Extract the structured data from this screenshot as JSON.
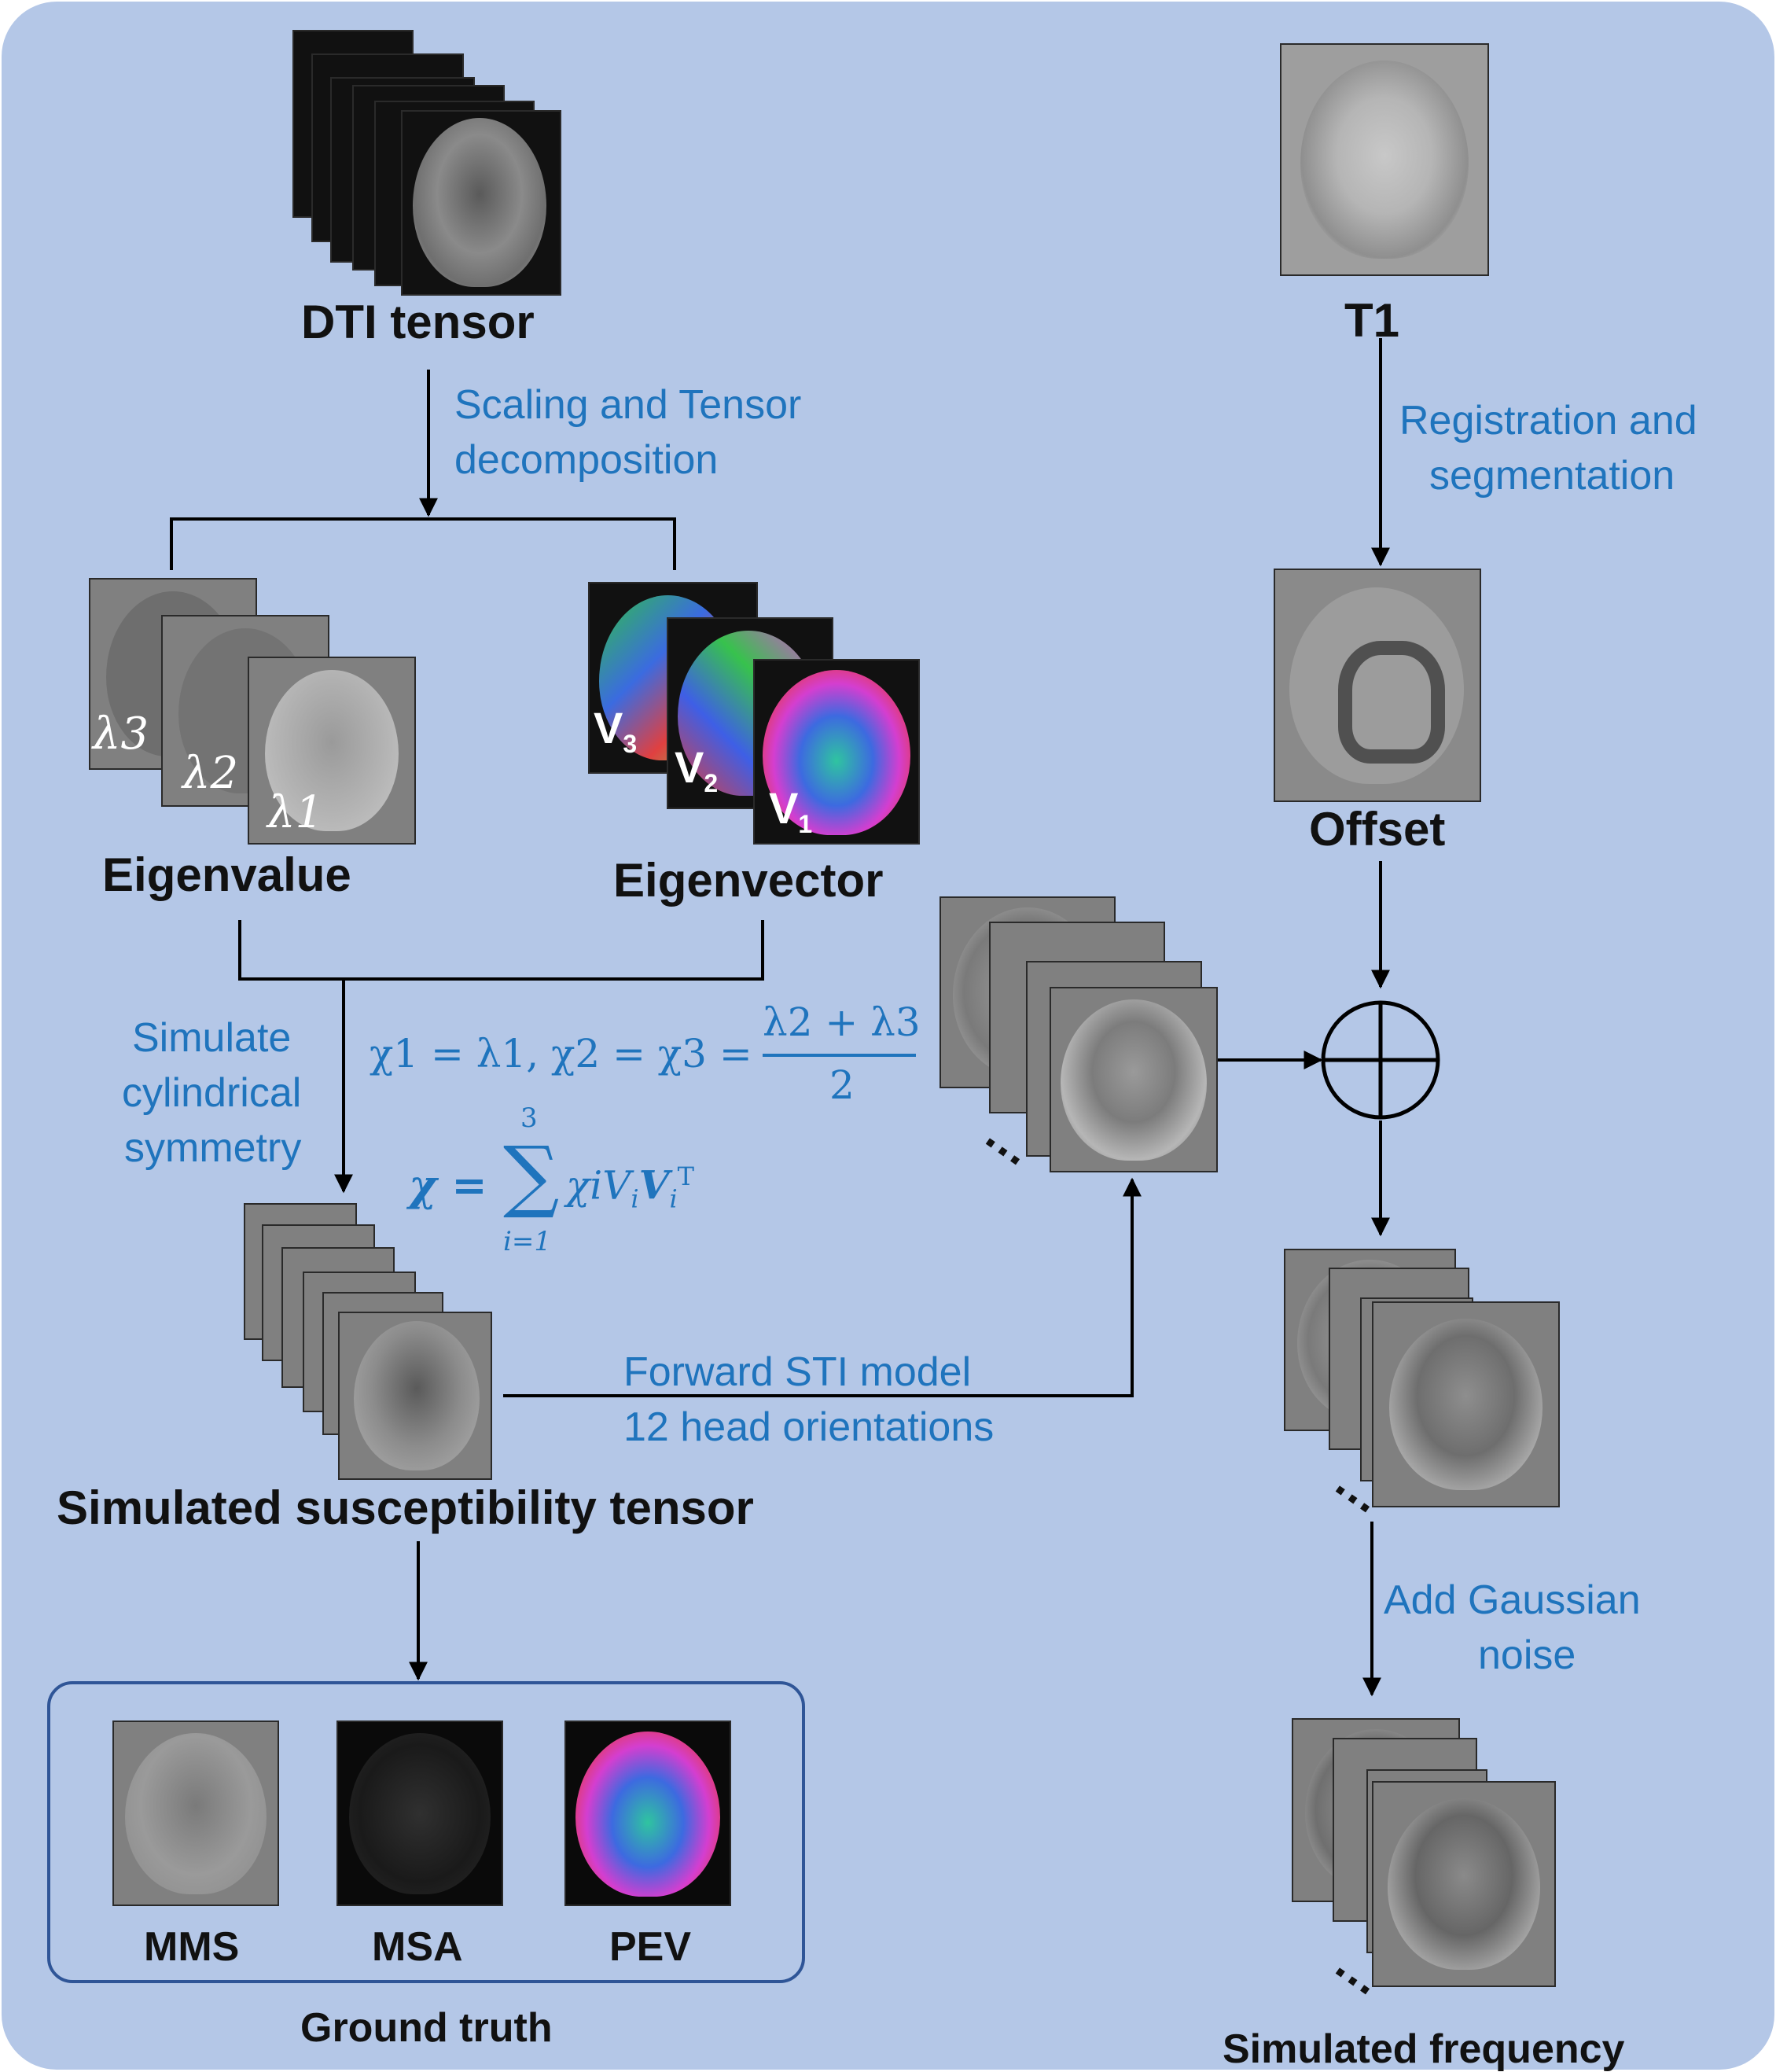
{
  "nodes": {
    "dti": "DTI tensor",
    "t1": "T1",
    "eigenvalue": "Eigenvalue",
    "eigenvector": "Eigenvector",
    "offset": "Offset",
    "sus_tensor": "Simulated susceptibility tensor",
    "sim_freq": "Simulated frequency",
    "ground_truth": "Ground truth"
  },
  "ground_truth_maps": [
    "MMS",
    "MSA",
    "PEV"
  ],
  "edge_labels": {
    "scaling_1": "Scaling and Tensor",
    "scaling_2": "decomposition",
    "registration_1": "Registration and",
    "registration_2": "segmentation",
    "simulate_1": "Simulate",
    "simulate_2": "cylindrical",
    "simulate_3": "symmetry",
    "forward_1": "Forward STI model",
    "forward_2": "12 head orientations",
    "noise_1": "Add Gaussian",
    "noise_2": "noise"
  },
  "eigen_labels": {
    "l3": "λ3",
    "l2": "λ2",
    "l1": "λ1",
    "v3": "V",
    "v3_sub": "3",
    "v2": "V",
    "v2_sub": "2",
    "v1": "V",
    "v1_sub": "1"
  },
  "equations": {
    "eq1_left": "χ1 = λ1, χ2 = χ3 =",
    "eq1_num": "λ2 + λ3",
    "eq1_den": "2",
    "eq2_lhs": "χ =",
    "eq2_sum": "∑",
    "eq2_upper": "3",
    "eq2_lower": "i=1",
    "eq2_body": "χiV",
    "eq2_sub": "i",
    "eq2_body2": "V",
    "eq2_sub2": "i",
    "eq2_sup": "T"
  },
  "operator": "⊕",
  "ellipsis": "…",
  "colors": {
    "background": "#b4c7e7",
    "annotation": "#1f74bd",
    "text": "#111111",
    "box_border": "#2f5597"
  }
}
